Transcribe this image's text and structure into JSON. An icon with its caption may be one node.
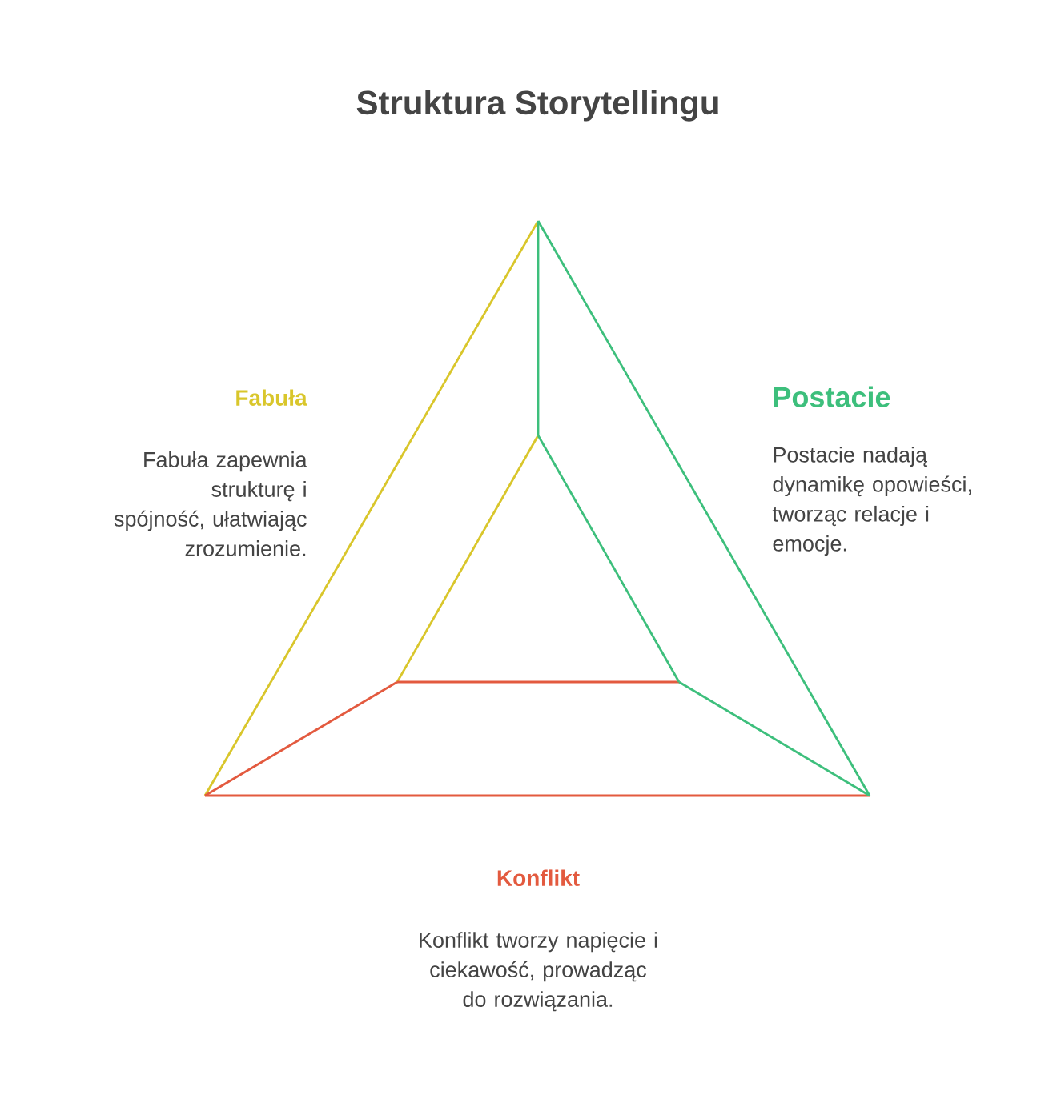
{
  "diagram": {
    "title": "Struktura Storytellingu",
    "nodes": [
      {
        "text": [
          "Fabuła",
          "Fabuła zapewnia strukturę i spójność, ułatwiając zrozumienie."
        ]
      },
      {
        "text": [
          "Postacie",
          "Postacie nadają dynamikę opowieści, tworząc relacje i emocje."
        ]
      },
      {
        "text": [
          "Konflikt",
          "Konflikt tworzy napięcie i ciekawość, prowadząc do rozwiązania."
        ]
      }
    ]
  }
}
